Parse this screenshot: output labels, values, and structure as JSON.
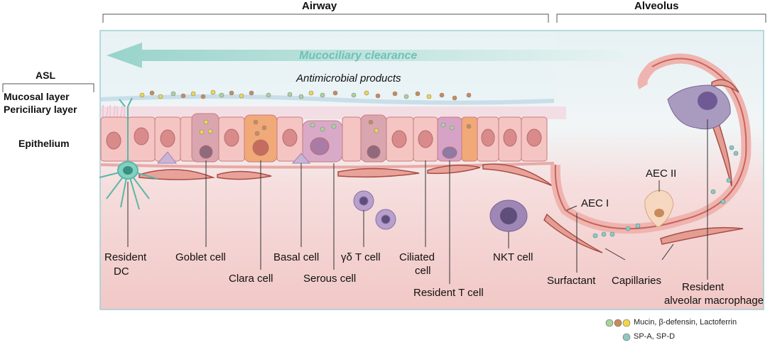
{
  "regions": {
    "airway": "Airway",
    "alveolus": "Alveolus"
  },
  "layers": {
    "asl": "ASL",
    "mucosal": "Mucosal layer",
    "periciliary": "Periciliary layer",
    "epithelium": "Epithelium"
  },
  "flow": {
    "mucociliary": "Mucociliary clearance",
    "antimicrobial": "Antimicrobial products"
  },
  "cells": {
    "resident_dc_1": "Resident",
    "resident_dc_2": "DC",
    "goblet": "Goblet cell",
    "clara": "Clara cell",
    "basal": "Basal cell",
    "serous": "Serous cell",
    "gd_t": "γδ T cell",
    "ciliated_1": "Ciliated",
    "ciliated_2": "cell",
    "resident_t": "Resident T cell",
    "nkt": "NKT cell",
    "aec1": "AEC I",
    "aec2": "AEC II",
    "surfactant": "Surfactant",
    "capillaries": "Capillaries",
    "ram_1": "Resident",
    "ram_2": "alveolar macrophage"
  },
  "legend": {
    "mucin": "Mucin, β-defensin, Lactoferrin",
    "spa": "SP-A, SP-D"
  },
  "colors": {
    "mucin_green": "#a8d49a",
    "defensin_brown": "#c98a5a",
    "lactoferrin_yellow": "#f1d64a",
    "spa_teal": "#8fc9c2",
    "mucociliary_text": "#6fc1b5",
    "cell_pink": "#f3c2c0",
    "capillary_red": "#b5584a",
    "dc_teal": "#7fd1c2",
    "immune_purple": "#9e86b5"
  }
}
